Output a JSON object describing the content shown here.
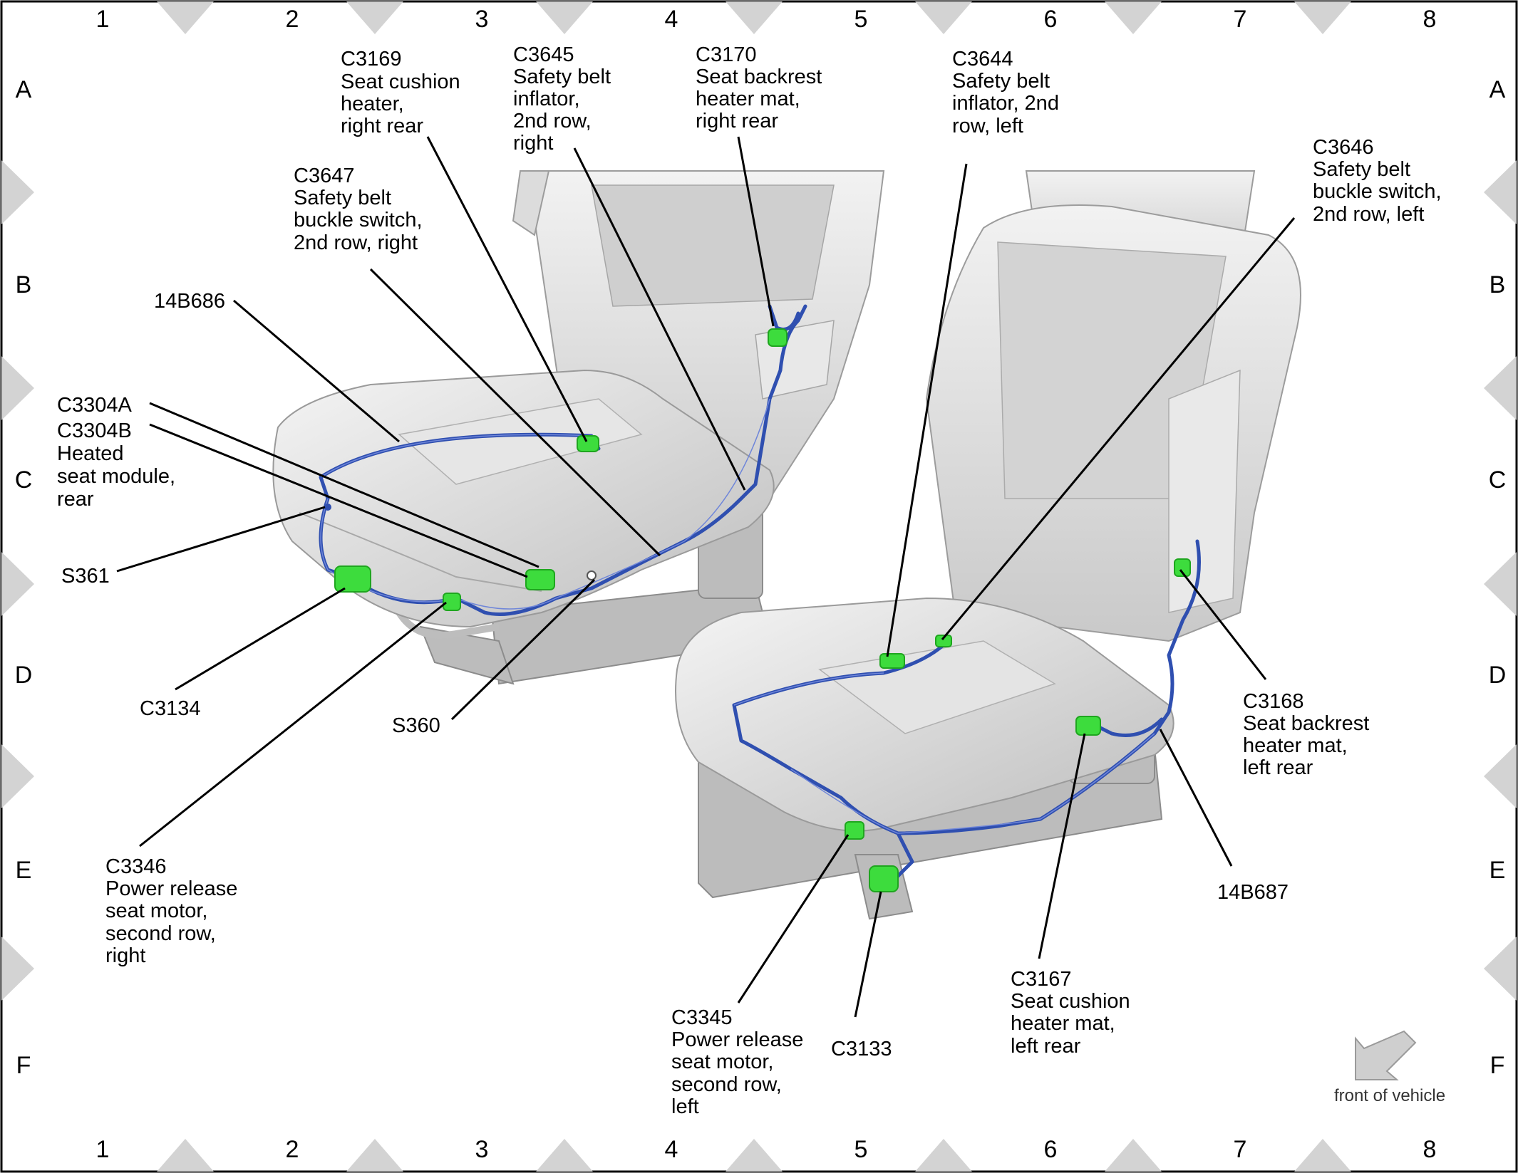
{
  "grid": {
    "columns": [
      "1",
      "2",
      "3",
      "4",
      "5",
      "6",
      "7",
      "8"
    ],
    "rows": [
      "A",
      "B",
      "C",
      "D",
      "E",
      "F"
    ]
  },
  "callouts": {
    "c3169": [
      "C3169",
      "Seat cushion",
      "heater,",
      "right rear"
    ],
    "c3645": [
      "C3645",
      "Safety belt",
      "inflator,",
      "2nd row,",
      "right"
    ],
    "c3170": [
      "C3170",
      "Seat backrest",
      "heater mat,",
      "right rear"
    ],
    "c3644": [
      "C3644",
      "Safety belt",
      "inflator, 2nd",
      "row, left"
    ],
    "c3646": [
      "C3646",
      "Safety belt",
      "buckle switch,",
      "2nd row, left"
    ],
    "c3647": [
      "C3647",
      "Safety belt",
      "buckle switch,",
      "2nd row, right"
    ],
    "h14b686": [
      "14B686"
    ],
    "c3304": [
      "C3304A",
      "C3304B",
      "Heated",
      "seat module,",
      "rear"
    ],
    "s361": [
      "S361"
    ],
    "c3134": [
      "C3134"
    ],
    "s360": [
      "S360"
    ],
    "c3346": [
      "C3346",
      "Power release",
      "seat motor,",
      "second row,",
      "right"
    ],
    "c3168": [
      "C3168",
      "Seat backrest",
      "heater mat,",
      "left rear"
    ],
    "h14b687": [
      "14B687"
    ],
    "c3167": [
      "C3167",
      "Seat cushion",
      "heater mat,",
      "left rear"
    ],
    "c3345": [
      "C3345",
      "Power release",
      "seat motor,",
      "second row,",
      "left"
    ],
    "c3133": [
      "C3133"
    ]
  },
  "front_indicator": {
    "label": "front of vehicle"
  },
  "colors": {
    "connector": "#3ddc3d",
    "harness": "#2f4fb0",
    "seat": "#d9d9d9",
    "border_marker": "#d3d3d3"
  }
}
